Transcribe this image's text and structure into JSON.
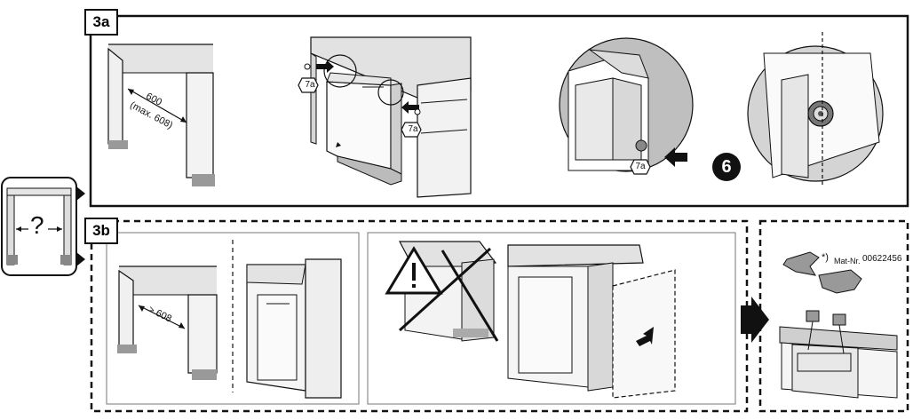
{
  "step_3a": {
    "label": "3a",
    "width_label": "600",
    "max_width_label": "(max. 608)",
    "callout": "7a",
    "number_badge": "6"
  },
  "step_3b": {
    "label": "3b",
    "min_width_label": "> 608"
  },
  "kit": {
    "asterisk": "*)",
    "mat_nr_label": "Mat-Nr.",
    "mat_nr": "00622456"
  },
  "side_icon": {
    "symbol": "?"
  },
  "colors": {
    "line": "#111111",
    "counter": "#e2e2e2",
    "counter_dark": "#bdbdbd",
    "floor": "#9a9a9a",
    "circle_bg": "#cfcfcf",
    "panel": "#f2f2f2"
  },
  "icons": [
    "warning-triangle-icon",
    "push-arrow-icon",
    "cross-out-icon",
    "question-mark-icon"
  ]
}
